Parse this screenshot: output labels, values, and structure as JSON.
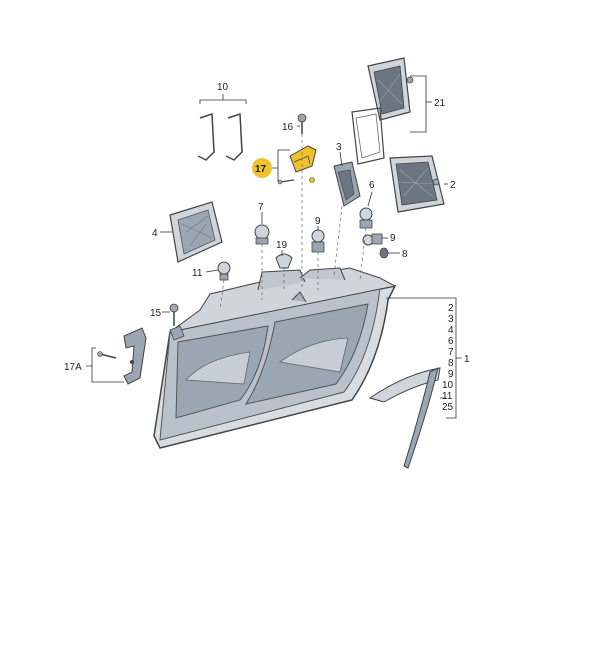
{
  "diagram": {
    "highlight_color": "#f2c12e",
    "callouts": {
      "c10": "10",
      "c16": "16",
      "c17": "17",
      "c3": "3",
      "c21": "21",
      "c2": "2",
      "c6": "6",
      "c7": "7",
      "c9a": "9",
      "c9b": "9",
      "c8": "8",
      "c19": "19",
      "c4": "4",
      "c11": "11",
      "c15": "15",
      "c17a": "17A",
      "c1": "1"
    },
    "right_list": [
      "2",
      "3",
      "4",
      "6",
      "7",
      "8",
      "9",
      "10",
      "11",
      "25"
    ]
  }
}
